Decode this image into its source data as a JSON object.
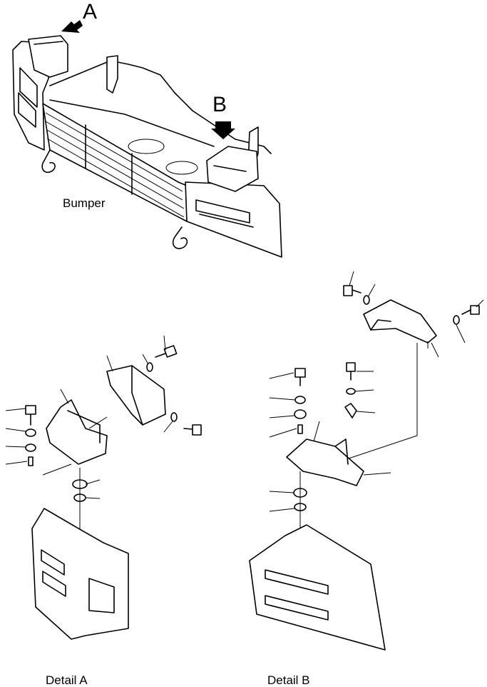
{
  "labels": {
    "callout_a": "A",
    "callout_b": "B",
    "bumper": "Bumper",
    "detail_a": "Detail A",
    "detail_b": "Detail B"
  }
}
